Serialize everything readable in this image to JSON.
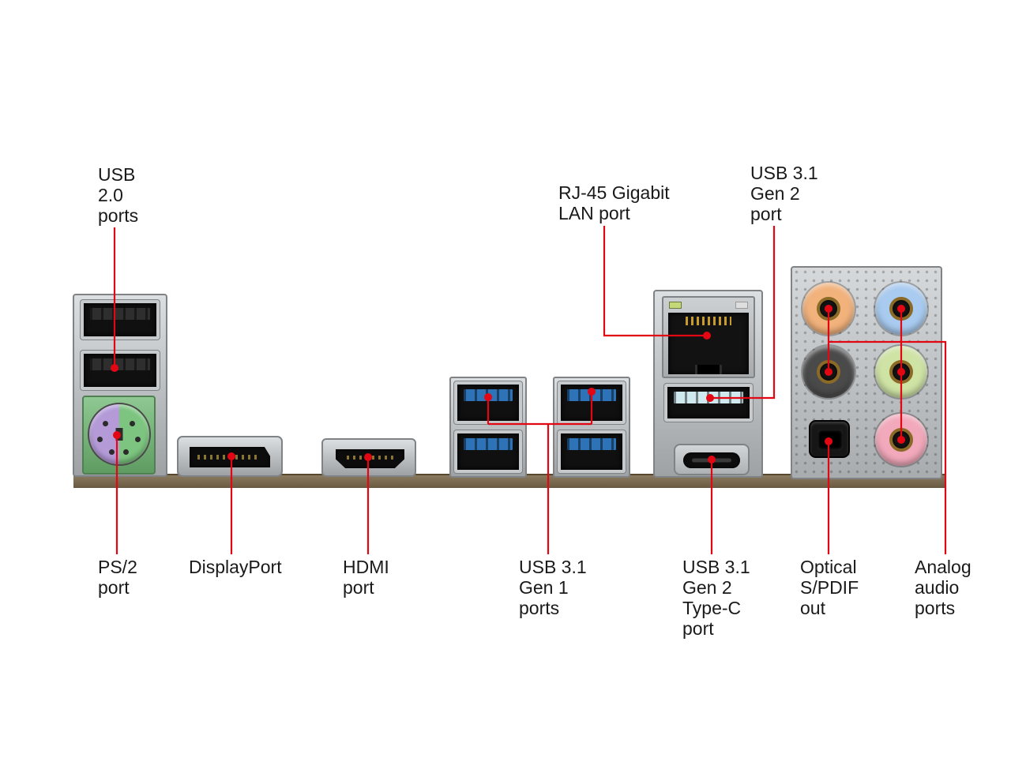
{
  "colors": {
    "accent-red": "#e30613",
    "pcb": "#8a7a5f",
    "usb3-blue": "#2e72b8",
    "usb-gen2-teal": "#cfe9ee",
    "ps2-purple": "#b49bd8",
    "ps2-green": "#7cc47f",
    "jack-orange": "#f2b27c",
    "jack-blue": "#a9cbf0",
    "jack-black": "#4a4a4a",
    "jack-green": "#cfe3a5",
    "jack-pink": "#f2a9bb"
  },
  "labels": {
    "usb20": "USB\n2.0\nports",
    "rj45": "RJ-45 Gigabit\nLAN port",
    "usb31_gen2": "USB 3.1\nGen 2\nport",
    "ps2": "PS/2\nport",
    "displayport": "DisplayPort",
    "hdmi": "HDMI\nport",
    "usb31_gen1": "USB 3.1\nGen 1\nports",
    "usb31_gen2_typec": "USB 3.1\nGen 2\nType-C\nport",
    "optical": "Optical\nS/PDIF\nout",
    "analog": "Analog\naudio\nports"
  },
  "ports": [
    "usb-2.0-port-top",
    "usb-2.0-port-bottom",
    "ps2-combo-port",
    "displayport",
    "hdmi-port",
    "usb-3.1-gen1-port-1",
    "usb-3.1-gen1-port-2",
    "usb-3.1-gen1-port-3",
    "usb-3.1-gen1-port-4",
    "rj45-lan-port",
    "usb-3.1-gen2-port",
    "usb-3.1-gen2-type-c-port",
    "audio-jack-orange",
    "audio-jack-blue",
    "audio-jack-black",
    "audio-jack-green",
    "audio-jack-pink",
    "optical-spdif-out"
  ]
}
